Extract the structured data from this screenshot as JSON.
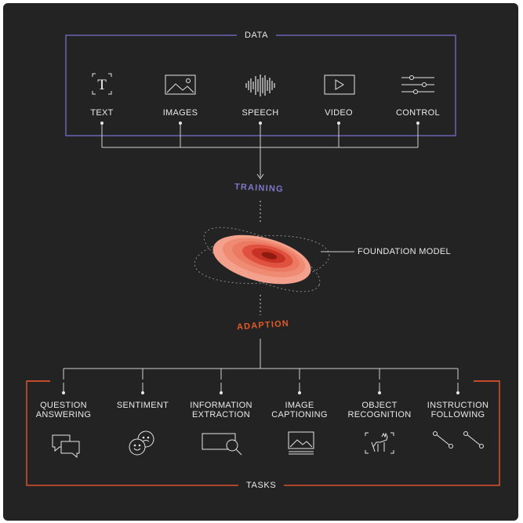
{
  "data_section": {
    "title": "DATA",
    "items": [
      {
        "label": "TEXT",
        "icon": "text-icon"
      },
      {
        "label": "IMAGES",
        "icon": "image-icon"
      },
      {
        "label": "SPEECH",
        "icon": "waveform-icon"
      },
      {
        "label": "VIDEO",
        "icon": "video-play-icon"
      },
      {
        "label": "CONTROL",
        "icon": "sliders-icon"
      }
    ],
    "frame_color": "#6a63b6"
  },
  "training": {
    "label": "TRAINING",
    "color": "#7d78c9"
  },
  "model": {
    "label": "FOUNDATION MODEL",
    "colors": [
      "#f3a08c",
      "#ec7a63",
      "#e0513f",
      "#c83224",
      "#8e1a12"
    ]
  },
  "adaption": {
    "label": "ADAPTION",
    "color": "#e35a2a"
  },
  "tasks_section": {
    "title": "TASKS",
    "items": [
      {
        "line1": "QUESTION",
        "line2": "ANSWERING",
        "icon": "chat-bubbles-icon"
      },
      {
        "line1": "SENTIMENT",
        "line2": "",
        "icon": "faces-icon"
      },
      {
        "line1": "INFORMATION",
        "line2": "EXTRACTION",
        "icon": "magnifier-doc-icon"
      },
      {
        "line1": "IMAGE",
        "line2": "CAPTIONING",
        "icon": "captioned-image-icon"
      },
      {
        "line1": "OBJECT",
        "line2": "RECOGNITION",
        "icon": "cat-recognition-icon"
      },
      {
        "line1": "INSTRUCTION",
        "line2": "FOLLOWING",
        "icon": "path-nodes-icon"
      }
    ],
    "frame_color": "#d9532c"
  }
}
